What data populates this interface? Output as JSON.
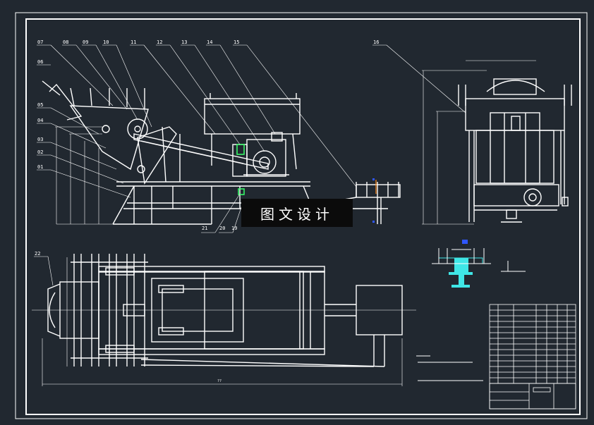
{
  "drawing": {
    "watermark": "图文设计",
    "part_labels_top": [
      "07",
      "08",
      "09",
      "10",
      "11",
      "12",
      "13",
      "14",
      "15",
      "16"
    ],
    "part_labels_left": [
      "06",
      "05",
      "04",
      "03",
      "02",
      "01"
    ],
    "part_labels_bottom": [
      "21",
      "20",
      "19"
    ],
    "part_label_plan": "22",
    "plan_length_dim": "??"
  },
  "colors": {
    "background": "#212830",
    "line": "#ffffff",
    "accent_cyan": "#3fe6e6",
    "accent_green": "#39ff6a",
    "accent_blue": "#2f56ff",
    "accent_orange": "#ff8a1a"
  }
}
